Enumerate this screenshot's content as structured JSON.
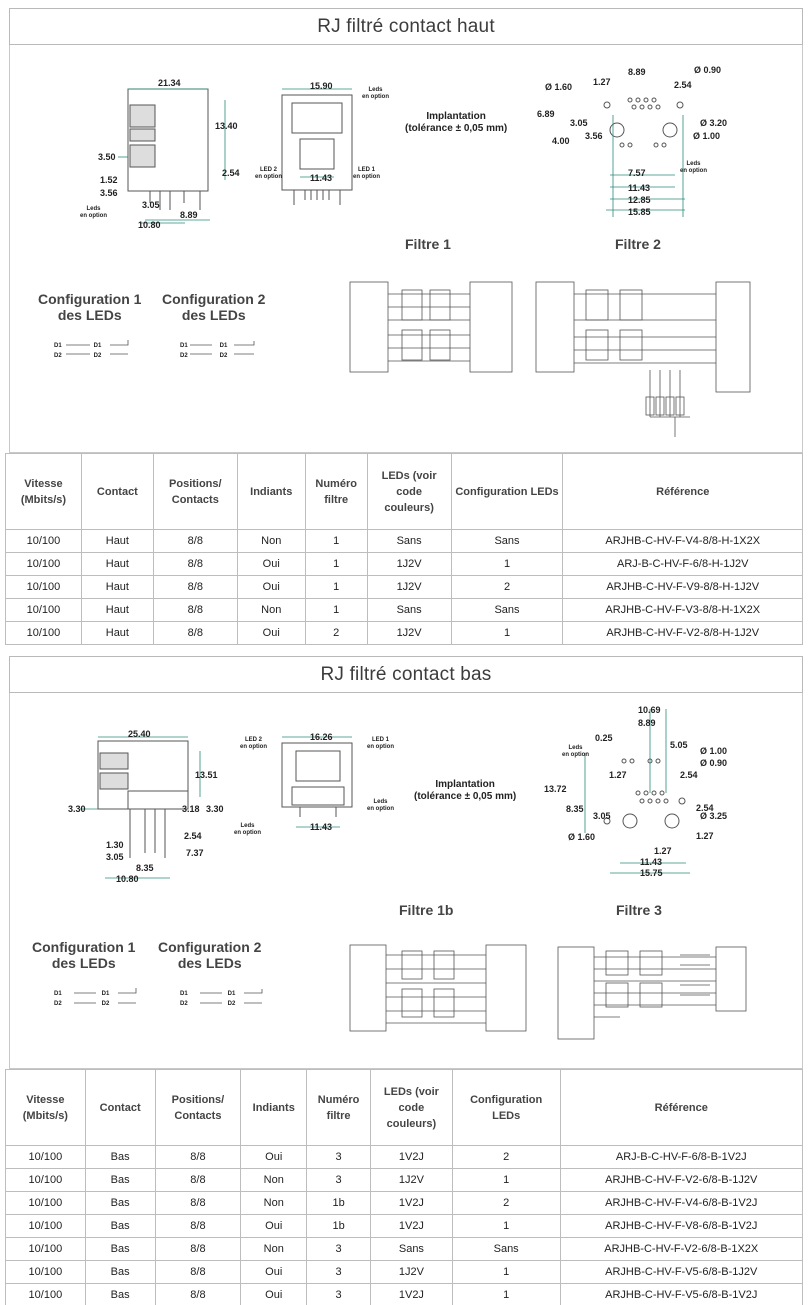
{
  "sections": [
    {
      "title": "RJ filtré contact haut",
      "implantation": "Implantation\n(tolérance ± 0,05 mm)",
      "filter_titles": [
        "Filtre 1",
        "Filtre 2"
      ],
      "config_titles": [
        "Configuration 1\ndes LEDs",
        "Configuration 2\ndes LEDs"
      ],
      "dims_side": [
        "21.34",
        "13.40",
        "3.50",
        "1.52",
        "3.56",
        "2.54",
        "3.05",
        "8.89",
        "10.80"
      ],
      "dims_front": [
        "15.90",
        "11.43"
      ],
      "dims_pcb": [
        "1.27",
        "8.89",
        "2.54",
        "6.89",
        "3.05",
        "3.56",
        "4.00",
        "7.57",
        "11.43",
        "12.85",
        "15.85"
      ],
      "hole_labels": [
        "Ø 1.60",
        "Ø 0.90",
        "Ø 3.20",
        "Ø 1.00"
      ],
      "notes": [
        "Leds\nen option",
        "Leds\nen option",
        "LED 2\nen option",
        "LED 1\nen option",
        "Leds\nen option"
      ],
      "led_rows": [
        "D1",
        "D2"
      ],
      "columns": [
        "Vitesse (Mbits/s)",
        "Contact",
        "Positions/ Contacts",
        "Indiants",
        "Numéro filtre",
        "LEDs (voir code couleurs)",
        "Configuration LEDs",
        "Référence"
      ],
      "rows": [
        [
          "10/100",
          "Haut",
          "8/8",
          "Non",
          "1",
          "Sans",
          "Sans",
          "ARJHB-C-HV-F-V4-8/8-H-1X2X"
        ],
        [
          "10/100",
          "Haut",
          "8/8",
          "Oui",
          "1",
          "1J2V",
          "1",
          "ARJ-B-C-HV-F-6/8-H-1J2V"
        ],
        [
          "10/100",
          "Haut",
          "8/8",
          "Oui",
          "1",
          "1J2V",
          "2",
          "ARJHB-C-HV-F-V9-8/8-H-1J2V"
        ],
        [
          "10/100",
          "Haut",
          "8/8",
          "Non",
          "1",
          "Sans",
          "Sans",
          "ARJHB-C-HV-F-V3-8/8-H-1X2X"
        ],
        [
          "10/100",
          "Haut",
          "8/8",
          "Oui",
          "2",
          "1J2V",
          "1",
          "ARJHB-C-HV-F-V2-8/8-H-1J2V"
        ]
      ]
    },
    {
      "title": "RJ filtré contact bas",
      "implantation": "Implantation\n(tolérance ± 0,05 mm)",
      "filter_titles": [
        "Filtre 1b",
        "Filtre 3"
      ],
      "config_titles": [
        "Configuration 1\ndes LEDs",
        "Configuration 2\ndes LEDs"
      ],
      "dims_side": [
        "25.40",
        "13.51",
        "3.30",
        "3.18",
        "3.30",
        "2.54",
        "1.30",
        "3.05",
        "8.35",
        "7.37",
        "10.80"
      ],
      "dims_front": [
        "16.26",
        "11.43"
      ],
      "dims_pcb": [
        "10.69",
        "8.89",
        "0.25",
        "5.05",
        "13.72",
        "1.27",
        "2.54",
        "8.35",
        "3.05",
        "1.27",
        "11.43",
        "15.75",
        "1.27",
        "2.54"
      ],
      "hole_labels": [
        "Ø 1.00",
        "Ø 0.90",
        "Ø 1.60",
        "Ø 3.25"
      ],
      "notes": [
        "LED 2\nen option",
        "LED 1\nen option",
        "Leds\nen option",
        "Leds\nen option",
        "Leds\nen option"
      ],
      "led_rows": [
        "D1",
        "D2"
      ],
      "columns": [
        "Vitesse (Mbits/s)",
        "Contact",
        "Positions/ Contacts",
        "Indiants",
        "Numéro filtre",
        "LEDs (voir code couleurs)",
        "Configuration LEDs",
        "Référence"
      ],
      "rows": [
        [
          "10/100",
          "Bas",
          "8/8",
          "Oui",
          "3",
          "1V2J",
          "2",
          "ARJ-B-C-HV-F-6/8-B-1V2J"
        ],
        [
          "10/100",
          "Bas",
          "8/8",
          "Non",
          "3",
          "1J2V",
          "1",
          "ARJHB-C-HV-F-V2-6/8-B-1J2V"
        ],
        [
          "10/100",
          "Bas",
          "8/8",
          "Non",
          "1b",
          "1V2J",
          "2",
          "ARJHB-C-HV-F-V4-6/8-B-1V2J"
        ],
        [
          "10/100",
          "Bas",
          "8/8",
          "Oui",
          "1b",
          "1V2J",
          "1",
          "ARJHB-C-HV-F-V8-6/8-B-1V2J"
        ],
        [
          "10/100",
          "Bas",
          "8/8",
          "Non",
          "3",
          "Sans",
          "Sans",
          "ARJHB-C-HV-F-V2-6/8-B-1X2X"
        ],
        [
          "10/100",
          "Bas",
          "8/8",
          "Oui",
          "3",
          "1J2V",
          "1",
          "ARJHB-C-HV-F-V5-6/8-B-1J2V"
        ],
        [
          "10/100",
          "Bas",
          "8/8",
          "Oui",
          "3",
          "1V2J",
          "1",
          "ARJHB-C-HV-F-V5-6/8-B-1V2J"
        ]
      ]
    }
  ],
  "colors": {
    "dimension_line": "#2a8a7a",
    "drawing": "#555555",
    "border": "#bdbdbd"
  }
}
